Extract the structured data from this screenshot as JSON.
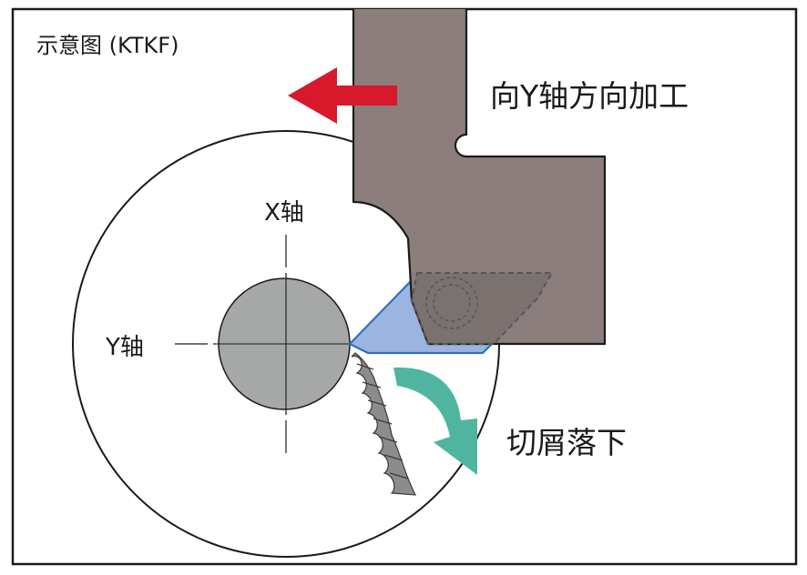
{
  "diagram": {
    "title": "示意图 (KTKF)",
    "x_axis_label": "X轴",
    "y_axis_label": "Y轴",
    "feed_direction_label": "向Y轴方向加工",
    "chip_label": "切屑落下"
  },
  "colors": {
    "border": "#1a1a1a",
    "tool_holder": "#8b7e7c",
    "workpiece": "#a6a8a8",
    "chip_gap": "#9bb5e0",
    "chip_gap_edge": "#2f6fbf",
    "feed_arrow": "#d7192b",
    "chip_arrow": "#4fb5a0",
    "chip_spiral": "#8c8c8c"
  },
  "icons": {
    "feed_arrow": "arrow-left-icon",
    "chip_arrow": "curved-arrow-down-icon"
  }
}
